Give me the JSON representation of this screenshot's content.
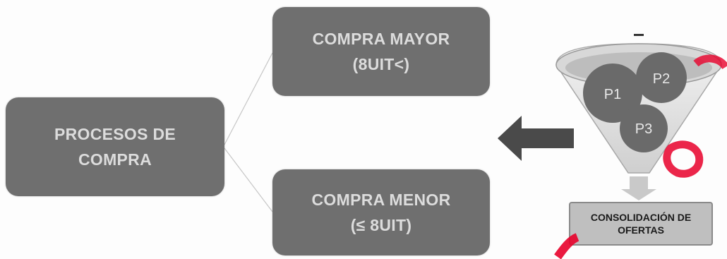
{
  "diagram": {
    "root": {
      "line1": "PROCESOS DE",
      "line2": "COMPRA"
    },
    "branches": [
      {
        "line1": "COMPRA MAYOR",
        "line2": "(8UIT<)"
      },
      {
        "line1": "COMPRA MENOR",
        "line2": "(≤ 8UIT)"
      }
    ],
    "funnel": {
      "bubbles": [
        "P1",
        "P2",
        "P3"
      ]
    },
    "consolidation": {
      "line1": "CONSOLIDACIÓN DE",
      "line2": "OFERTAS"
    }
  },
  "colors": {
    "box_fill": "#6f6f6f",
    "box_text": "#dcdcdc",
    "bubble_fill": "#6a6a6a",
    "arrow_fill": "#4a4a4a",
    "watermark": "#e8002a"
  },
  "icons": {
    "funnel": "funnel-icon",
    "left_arrow": "left-arrow-icon",
    "down_arrow": "down-arrow-icon"
  }
}
